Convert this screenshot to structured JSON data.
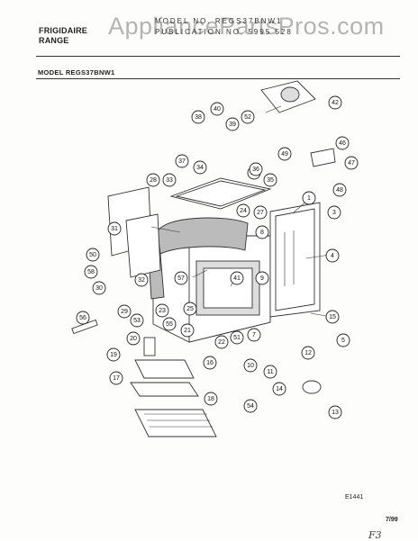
{
  "header": {
    "brand_line1": "FRIGIDAIRE",
    "brand_line2": "RANGE",
    "model_no": "MODEL NO. REGS37BNW1",
    "publication": "PUBLICATION NO. 5995 528",
    "watermark": "AppliancePartsPros.com"
  },
  "section_title": "MODEL REGS37BNW1",
  "footer": {
    "figure_code": "E1441",
    "date": "7/99",
    "handwritten": "F3"
  },
  "callouts": [
    "1",
    "3",
    "4",
    "5",
    "7",
    "8",
    "9",
    "10",
    "11",
    "12",
    "13",
    "14",
    "15",
    "16",
    "17",
    "18",
    "19",
    "20",
    "21",
    "22",
    "23",
    "24",
    "25",
    "26",
    "27",
    "28",
    "29",
    "30",
    "31",
    "32",
    "33",
    "34",
    "35",
    "36",
    "37",
    "38",
    "39",
    "40",
    "41",
    "42",
    "46",
    "47",
    "48",
    "49",
    "50",
    "51",
    "52",
    "53",
    "54",
    "55",
    "56",
    "57",
    "58"
  ]
}
